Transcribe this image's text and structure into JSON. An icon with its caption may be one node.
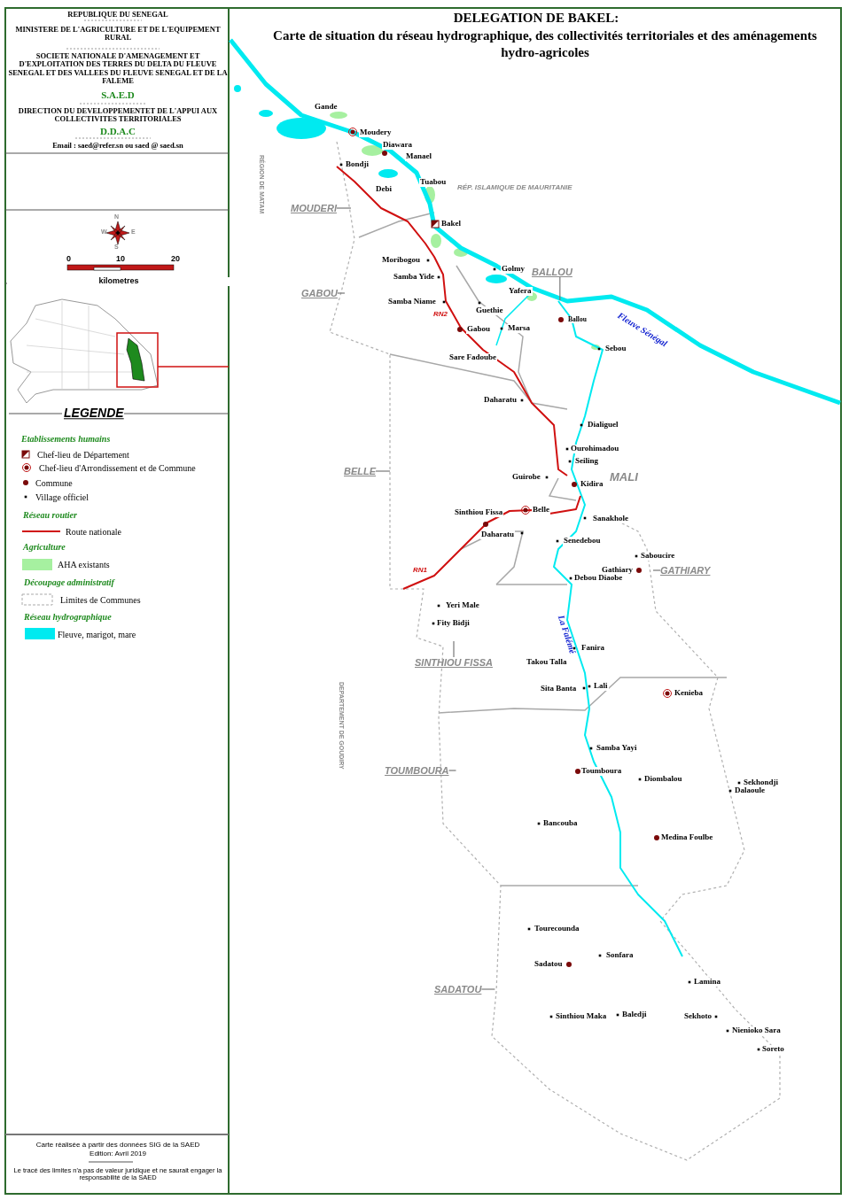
{
  "diagram": {
    "title": "DELEGATION DE BAKEL:",
    "nodes": [
      {
        "text": [
          "MOUDERI"
        ]
      },
      {
        "text": [
          "GABOU"
        ]
      },
      {
        "text": [
          "BALLOU"
        ]
      },
      {
        "text": [
          "BELLE"
        ]
      },
      {
        "text": [
          "GATHIARY"
        ]
      },
      {
        "text": [
          "SINTHIOU FISSA"
        ]
      },
      {
        "text": [
          "TOUMBOURA"
        ]
      },
      {
        "text": [
          "SADATOU"
        ]
      }
    ],
    "edges": [
      {
        "from": 0,
        "to": null,
        "arrow": "none"
      },
      {
        "from": 1,
        "to": null,
        "arrow": "none"
      },
      {
        "from": 2,
        "to": null,
        "arrow": "none"
      },
      {
        "from": 3,
        "to": null,
        "arrow": "none"
      },
      {
        "from": 4,
        "to": null,
        "arrow": "none"
      },
      {
        "from": 5,
        "to": null,
        "arrow": "none"
      },
      {
        "from": 6,
        "to": null,
        "arrow": "none"
      },
      {
        "from": 7,
        "to": null,
        "arrow": "none"
      }
    ],
    "labels": [
      "REPUBLIQUE DU SENEGAL",
      "MINISTERE DE L'AGRICULTURE ET DE L'EQUIPEMENT RURAL",
      "SOCIETE NATIONALE D'AMENAGEMENT ET D'EXPLOITATION DES TERRES DU DELTA DU FLEUVE SENEGAL ET DES VALLEES DU FLEUVE SENEGAL ET DE LA FALEME",
      "S.A.E.D",
      "DIRECTION DU DEVELOPPEMENTET DE L'APPUI AUX COLLECTIVITES TERRITORIALES",
      "D.D.A.C",
      "Email : saed@refer.sn ou saed @ saed.sn",
      "N",
      "W",
      "E",
      "S",
      "0",
      "10",
      "20",
      "kilometres",
      "LEGENDE",
      "Etablissements humains",
      "Réseau routier",
      "Agriculture",
      "Découpage administratif",
      "Réseau hydrographique",
      "Carte réalisée à partir des données SIG de la SAED",
      "Edition: Avril 2019",
      "Le tracé des limites n'a pas de valeur juridique et ne saurait engager la responsabilité de la SAED",
      "Carte de situation du réseau hydrographique, des collectivités territoriales et des aménagements hydro-agricoles",
      "Gande",
      "Moudery",
      "RÉGION DE MATAM",
      "Diawara",
      "Manael",
      "Bondji",
      "Tuabou",
      "Debi",
      "RÉP. ISLAMIQUE DE MAURITANIE",
      "Bakel",
      "Moribogou",
      "Golmy",
      "Samba Yide",
      "Yafera",
      "Samba Niame",
      "RN2",
      "Guethie",
      "Ballou",
      "Fleuve Sénégal",
      "Gabou",
      "Marsa",
      "Sebou",
      "Sare Fadoube",
      "Daharatu",
      "Dialiguel",
      "Ourohimadou",
      "Seiling",
      "Guirobe",
      "MALI",
      "Kidira",
      "Belle",
      "Sinthiou Fissa",
      "Sanakhole",
      "Daharatu",
      "Senedebou",
      "Saboucire",
      "Gathiary",
      "RN1",
      "Debou Diaobe",
      "Yeri Male",
      "La Falémé",
      "Fity Bidji",
      "DEPARTEMENT DE GOUDIRY",
      "Fanira",
      "Takou Talla",
      "Sita Banta",
      "Lali",
      "Kenieba",
      "Samba Yayi",
      "Toumboura",
      "Diombalou",
      "Sekhondji",
      "Dalaoule",
      "Bancouba",
      "Medina Foulbe",
      "Tourecounda",
      "Sonfara",
      "Sadatou",
      "Lamina",
      "Sinthiou Maka",
      "Baledji",
      "Sekhoto",
      "Nienioko Sara",
      "Soreto"
    ],
    "legend": [
      {
        "text": "Chef-lieu de Département"
      },
      {
        "text": "Chef-lieu d'Arrondissement et de Commune"
      },
      {
        "text": "Commune"
      },
      {
        "text": "Village officiel"
      },
      {
        "text": "Route nationale"
      },
      {
        "text": "AHA existants",
        "color": "#a6f0a0"
      },
      {
        "text": "Limites de Communes"
      },
      {
        "text": "Fleuve, marigot, mare",
        "color": "#00eaf0"
      }
    ]
  }
}
